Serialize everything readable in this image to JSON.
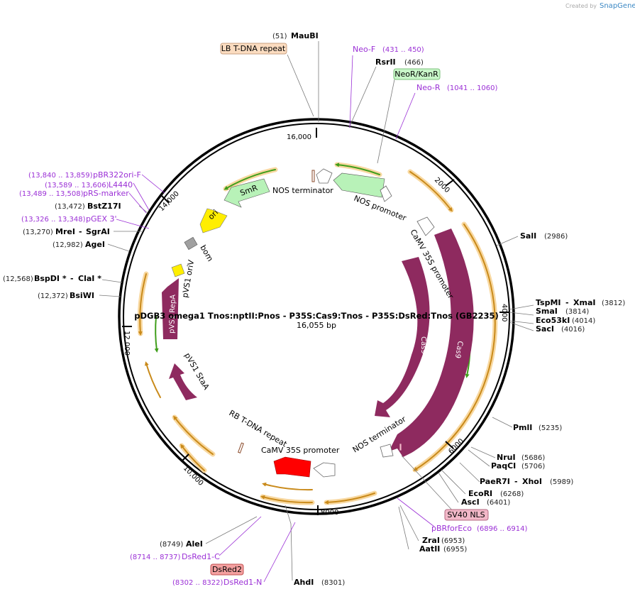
{
  "credit": {
    "prefix": "Created by",
    "brand": "SnapGene"
  },
  "plasmid": {
    "name": "pDGB3 omega1 Tnos:nptII:Pnos - P35S:Cas9:Tnos - P35S:DsRed:Tnos (GB2235)",
    "size": "16,055 bp"
  },
  "ticks": [
    "16,000",
    "2000",
    "4000",
    "6000",
    "8000",
    "10,000",
    "12,000",
    "14,000"
  ],
  "sites": [
    {
      "pos": "(51)",
      "name": "MauBI"
    },
    {
      "pos": "(466)",
      "name": "RsrII"
    },
    {
      "pos": "(2986)",
      "name": "SalI"
    },
    {
      "name": "TspMI",
      "sep": "-",
      "name2": "XmaI",
      "pos": "(3812)"
    },
    {
      "name": "SmaI",
      "pos": "(3814)"
    },
    {
      "name": "Eco53kI",
      "pos": "(4014)"
    },
    {
      "name": "SacI",
      "pos": "(4016)"
    },
    {
      "name": "PmlI",
      "pos": "(5235)"
    },
    {
      "name": "NruI",
      "pos": "(5686)"
    },
    {
      "name": "PaqCI",
      "pos": "(5706)"
    },
    {
      "name": "PaeR7I",
      "sep": "-",
      "name2": "XhoI",
      "pos": "(5989)"
    },
    {
      "name": "EcoRI",
      "pos": "(6268)"
    },
    {
      "name": "AscI",
      "pos": "(6401)"
    },
    {
      "name": "ZraI",
      "pos": "(6953)"
    },
    {
      "name": "AatII",
      "pos": "(6955)"
    },
    {
      "name": "AhdI",
      "pos": "(8301)"
    },
    {
      "pos": "(8749)",
      "name": "AleI"
    },
    {
      "pos": "(12,372)",
      "name": "BsiWI"
    },
    {
      "pos": "(12,568)",
      "name": "BspDI *",
      "sep": "-",
      "name2": "ClaI *"
    },
    {
      "pos": "(12,982)",
      "name": "AgeI"
    },
    {
      "pos": "(13,270)",
      "name": "MreI",
      "sep": "-",
      "name2": "SgrAI"
    },
    {
      "pos": "(13,472)",
      "name": "BstZ17I"
    }
  ],
  "primers": [
    {
      "name": "Neo-F",
      "range": "(431 .. 450)"
    },
    {
      "name": "Neo-R",
      "range": "(1041 .. 1060)"
    },
    {
      "name": "pBRforEco",
      "range": "(6896 .. 6914)"
    },
    {
      "name": "DsRed1-C",
      "range": "(8714 .. 8737)"
    },
    {
      "name": "DsRed1-N",
      "range": "(8302 .. 8322)"
    },
    {
      "name": "pGEX 3'",
      "range": "(13,326 .. 13,348)"
    },
    {
      "name": "pRS-marker",
      "range": "(13,489 .. 13,508)"
    },
    {
      "name": "L4440",
      "range": "(13,589 .. 13,606)"
    },
    {
      "name": "pBR322ori-F",
      "range": "(13,840 .. 13,859)"
    }
  ],
  "boxed_features": {
    "lb": "LB T-DNA repeat",
    "neokan": "NeoR/KanR",
    "sv40": "SV40 NLS",
    "dsred": "DsRed2"
  },
  "features": {
    "nos_term_1": "NOS terminator",
    "nos_prom": "NOS promoter",
    "camv_1": "CaMV 35S promoter",
    "cas9_inner": "Cas9",
    "cas9_outer": "Cas9",
    "nos_term_2": "NOS terminator",
    "camv_2": "CaMV 35S promoter",
    "rb": "RB T-DNA repeat",
    "smr": "SmR",
    "ori": "ori",
    "bom": "bom",
    "pvs1_oriv": "pVS1 oriV",
    "pvs1_repa": "pVS1 RepA",
    "pvs1_staa": "pVS1 StaA"
  },
  "colors": {
    "backbone": "#000000",
    "cas9": "#8e2a5f",
    "smr": "#b8f2b8",
    "ori": "#ffee00",
    "dsred": "#ff0000",
    "primer": "#9b30d6",
    "orf_orange": "#c98a1a",
    "orf_green": "#3f9e1a",
    "orf_glow": "#f8d8a0",
    "lb_box": "#fbdcc0",
    "neo_box": "#c9f7c9",
    "sv40_box": "#f2b8c8",
    "dsred_box": "#f4a0a0",
    "bom": "#a0a0a0"
  }
}
